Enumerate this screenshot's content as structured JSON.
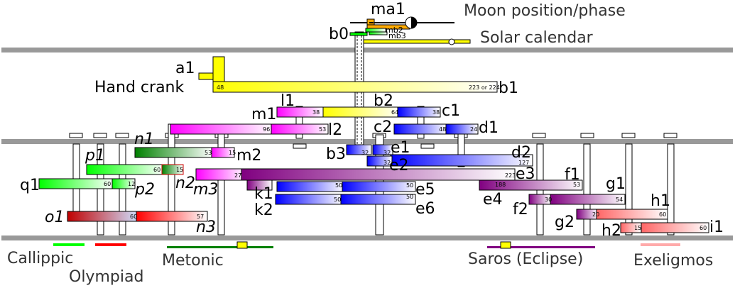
{
  "titles": {
    "moon": "Moon position/phase",
    "solar": "Solar calendar",
    "hand_crank": "Hand crank"
  },
  "dial_labels": {
    "callippic": "Callippic",
    "olympiad": "Olympiad",
    "metonic": "Metonic",
    "saros": "Saros (Eclipse)",
    "exeligmos": "Exeligmos"
  },
  "gear_labels": {
    "ma1": "ma1",
    "mb2": "mb2",
    "mb3": "mb3",
    "b0": "b0",
    "a1": "a1",
    "b1": "b1",
    "l1": "l1",
    "b2": "b2",
    "m1": "m1",
    "c1": "c1",
    "l2": "l2",
    "c2": "c2",
    "d1": "d1",
    "n1": "n1",
    "e1": "e1",
    "d2": "d2",
    "p1": "p1",
    "b3": "b3",
    "m2": "m2",
    "e2": "e2",
    "e3": "e3",
    "f1": "f1",
    "q1": "q1",
    "p2": "p2",
    "n2": "n2",
    "m3": "m3",
    "k1": "k1",
    "e5": "e5",
    "g1": "g1",
    "e4": "e4",
    "h1": "h1",
    "k2": "k2",
    "e6": "e6",
    "f2": "f2",
    "o1": "o1",
    "n3": "n3",
    "g2": "g2",
    "h2": "h2",
    "i1": "i1"
  },
  "teeth": {
    "b1_a": "48",
    "b1_b": "223 or 224",
    "l1": "38",
    "b2": "64",
    "c1": "38",
    "m1": "96",
    "l2": "53",
    "c2": "48",
    "d1": "24",
    "n1": "53",
    "m2": "15",
    "b3": "32",
    "e1": "32",
    "d2": "127",
    "p1": "60",
    "p2_a": "15",
    "e2": "32",
    "m3": "27",
    "e3": "223",
    "q1": "60",
    "p2": "12",
    "k1_a": "50",
    "k1_b": "50",
    "f1": "188",
    "f1_b": "53",
    "k2_a": "50",
    "k2_b": "50",
    "f2": "30",
    "g1": "54",
    "o1": "60",
    "n3": "57",
    "g2": "20",
    "h1": "60",
    "h2": "15",
    "i1": "60"
  },
  "colors": {
    "plate": "#999999",
    "yellow": "#ffff00",
    "magenta": "#ff00ff",
    "blue": "#0000ff",
    "green_dark": "#008000",
    "green": "#00ff00",
    "red": "#ff0000",
    "purple": "#800080",
    "pink": "#ffaaaa",
    "orange": "#ffaa00"
  }
}
